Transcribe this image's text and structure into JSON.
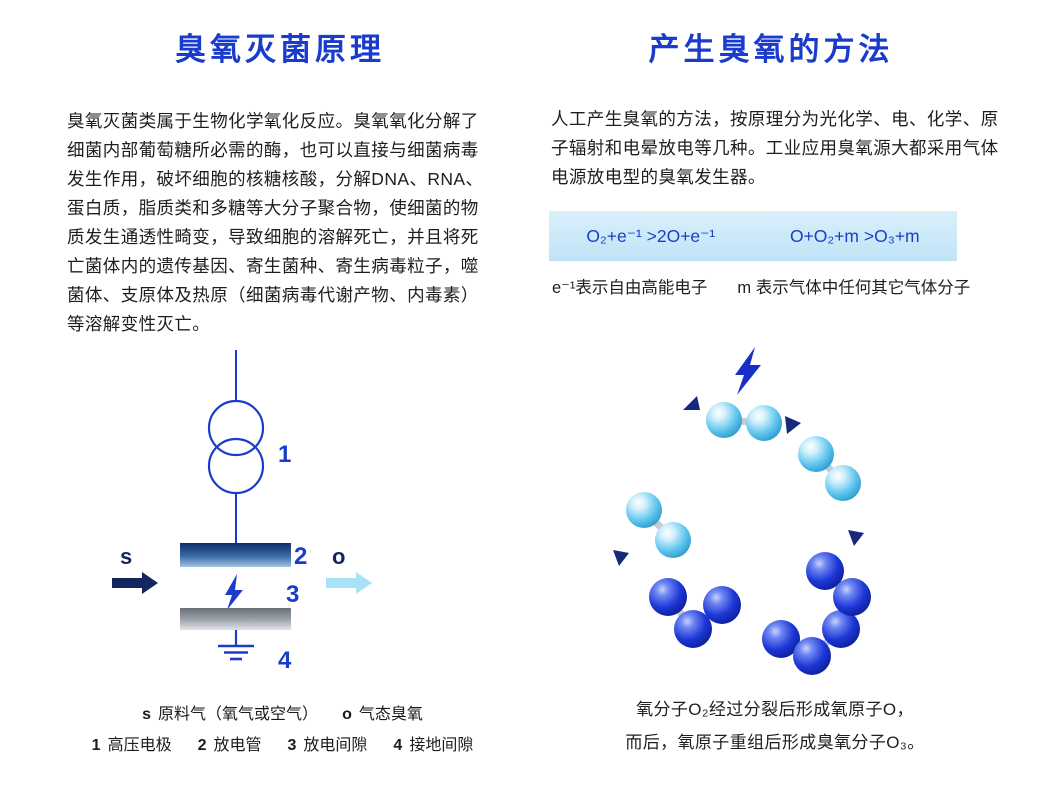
{
  "colors": {
    "title_blue": "#1a3ccd",
    "navy": "#13265e",
    "light_cyan_arrow": "#a9e2f6",
    "formula_box_bg": "#c8e7f7",
    "o2_sphere_light_blue": "#66c9ef",
    "o3_sphere_dark_blue": "#1d37d6"
  },
  "left": {
    "title": "臭氧灭菌原理",
    "body_lines": [
      "臭氧灭菌类属于生物化学氧化反应。臭氧氧化分解了",
      "细菌内部葡萄糖所必需的酶，也可以直接与细菌病毒",
      "发生作用，破坏细胞的核糖核酸，分解DNA、RNA、",
      "蛋白质，脂质类和多糖等大分子聚合物，使细菌的物",
      "质发生通透性畸变，导致细胞的溶解死亡，并且将死",
      "亡菌体内的遗传基因、寄生菌种、寄生病毒粒子，噬",
      "菌体、支原体及热原（细菌病毒代谢产物、内毒素）",
      "等溶解变性灭亡。"
    ],
    "schematic": {
      "label_1": "1",
      "label_2": "2",
      "label_3": "3",
      "label_4": "4",
      "label_s": "s",
      "label_o": "o"
    },
    "legend_gas": [
      {
        "key": "s",
        "text": "原料气（氧气或空气）"
      },
      {
        "key": "o",
        "text": "气态臭氧"
      }
    ],
    "legend_parts": [
      {
        "num": "1",
        "text": "高压电极"
      },
      {
        "num": "2",
        "text": "放电管"
      },
      {
        "num": "3",
        "text": "放电间隙"
      },
      {
        "num": "4",
        "text": "接地间隙"
      }
    ]
  },
  "right": {
    "title": "产生臭氧的方法",
    "body_lines": [
      "人工产生臭氧的方法，按原理分为光化学、电、化学、原",
      "子辐射和电晕放电等几种。工业应用臭氧源大都采用气体",
      "电源放电型的臭氧发生器。"
    ],
    "formulas": [
      "O₂+e⁻¹ >2O+e⁻¹",
      "O+O₂+m >O₃+m"
    ],
    "notes": [
      "e⁻¹表示自由高能电子",
      "m 表示气体中任何其它气体分子"
    ],
    "caption_lines": [
      "氧分子O₂经过分裂后形成氧原子O，",
      "而后，氧原子重组后形成臭氧分子O₃。"
    ]
  }
}
